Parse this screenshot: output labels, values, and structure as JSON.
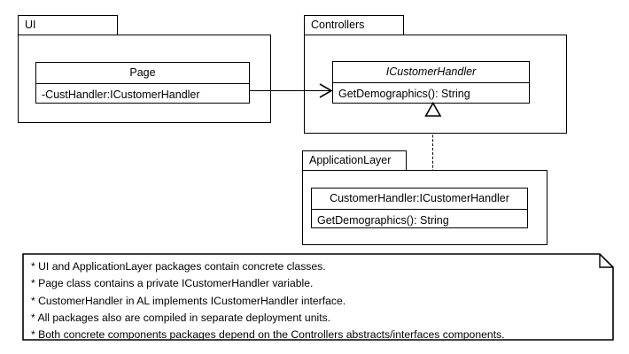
{
  "diagram": {
    "title": "Layered architecture UML package diagram",
    "stroke_color": "#000000",
    "background_color": "#ffffff"
  },
  "packages": [
    {
      "id": "ui",
      "name": "UI",
      "classes": [
        {
          "id": "page",
          "name": "Page",
          "stereotype": "concrete-class",
          "italic": false,
          "members": [
            "-CustHandler:ICustomerHandler"
          ]
        }
      ]
    },
    {
      "id": "controllers",
      "name": "Controllers",
      "classes": [
        {
          "id": "icustomerhandler",
          "name": "ICustomerHandler",
          "stereotype": "interface",
          "italic": true,
          "members": [
            "GetDemographics(): String"
          ]
        }
      ]
    },
    {
      "id": "applicationlayer",
      "name": "ApplicationLayer",
      "classes": [
        {
          "id": "customerhandler",
          "name": "CustomerHandler:ICustomerHandler",
          "stereotype": "concrete-class",
          "italic": false,
          "members": [
            "GetDemographics(): String"
          ]
        }
      ]
    }
  ],
  "relationships": [
    {
      "id": "page-uses-interface",
      "type": "association",
      "style": "solid",
      "arrowhead": "open",
      "from": "Page",
      "to": "ICustomerHandler"
    },
    {
      "id": "customerhandler-realizes-interface",
      "type": "realization",
      "style": "dashed",
      "arrowhead": "hollow-triangle",
      "from": "CustomerHandler:ICustomerHandler",
      "to": "ICustomerHandler"
    }
  ],
  "note": {
    "id": "diagram-note",
    "lines": [
      "* UI and ApplicationLayer packages contain concrete classes.",
      "* Page class contains a private ICustomerHandler variable.",
      "* CustomerHandler in AL implements ICustomerHandler interface.",
      "* All packages also are compiled in separate deployment units.",
      "* Both concrete components packages depend on the Controllers abstracts/interfaces components."
    ]
  }
}
